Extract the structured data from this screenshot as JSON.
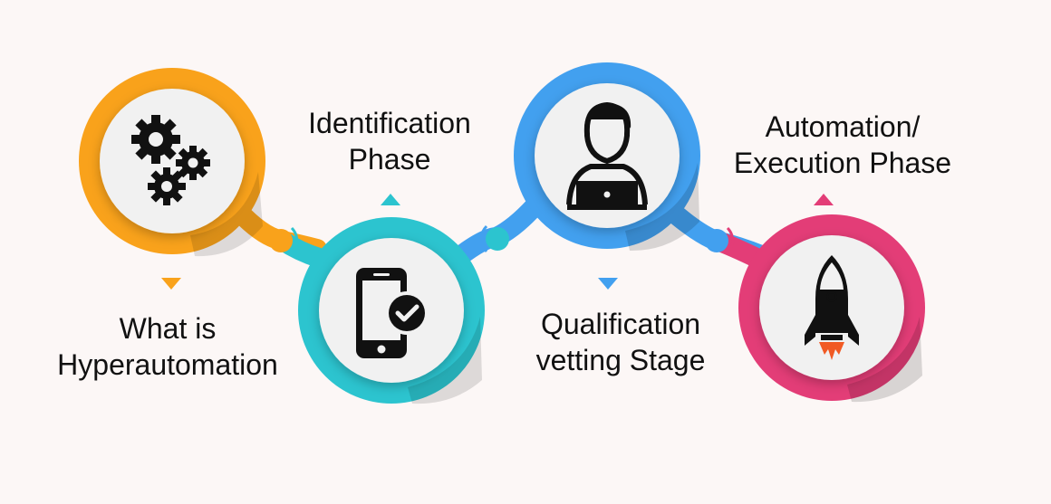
{
  "colors": {
    "background": "#fcf7f6",
    "orange": "#f9a21b",
    "teal": "#2cc4cf",
    "blue": "#42a0ef",
    "pink": "#e33d77",
    "icon": "#111111",
    "flame": "#f15a24"
  },
  "steps": [
    {
      "color_key": "orange",
      "icon": "gears-icon",
      "label_lines": [
        "What is",
        "Hyperautomation"
      ]
    },
    {
      "color_key": "teal",
      "icon": "smartphone-check-icon",
      "label_lines": [
        "Identification",
        "Phase"
      ]
    },
    {
      "color_key": "blue",
      "icon": "user-laptop-icon",
      "label_lines": [
        "Qualification",
        "vetting Stage"
      ]
    },
    {
      "color_key": "pink",
      "icon": "rocket-icon",
      "label_lines": [
        "Automation/",
        "Execution Phase"
      ]
    }
  ]
}
